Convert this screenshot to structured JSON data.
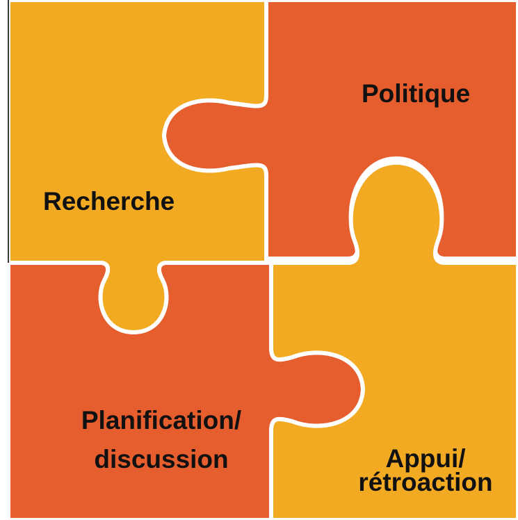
{
  "pieces": {
    "top_left": {
      "label_lines": [
        "Recherche"
      ],
      "color": "#F2AA22"
    },
    "top_right": {
      "label_lines": [
        "Politique"
      ],
      "color": "#E75E2E"
    },
    "bottom_left": {
      "label_lines": [
        "Planification/",
        "discussion"
      ],
      "color": "#E75E2E"
    },
    "bottom_right": {
      "label_lines": [
        "Appui/",
        "rétroaction"
      ],
      "color": "#F2AA22"
    }
  },
  "colors": {
    "seam": "#ffffff",
    "text": "#111111"
  }
}
